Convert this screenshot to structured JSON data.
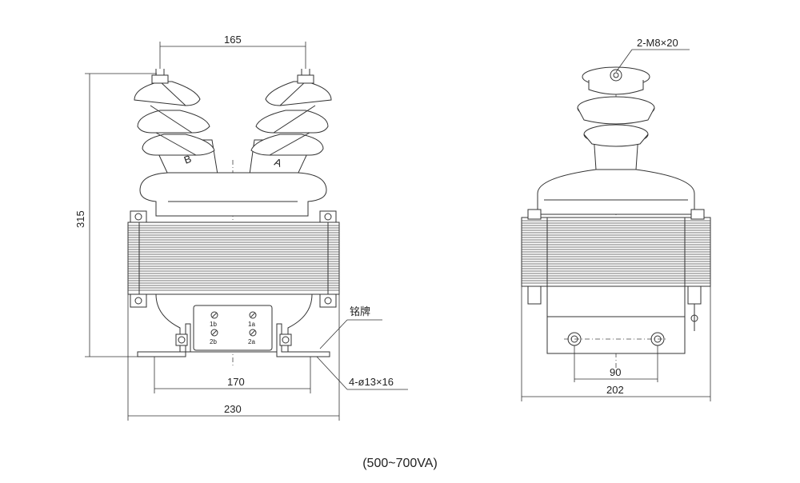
{
  "caption": "(500~700VA)",
  "front_view": {
    "dims": {
      "top_width": "165",
      "height": "315",
      "hole_spacing": "170",
      "base_width": "230"
    },
    "bushing_labels": {
      "left": "B",
      "right": "A"
    },
    "nameplate_label": "铭牌",
    "holes_label": "4-ø13×16",
    "terminals": [
      "1b",
      "1a",
      "2b",
      "2a"
    ]
  },
  "side_view": {
    "dims": {
      "top_thread": "2-M8×20",
      "bolt_spacing": "90",
      "depth": "202"
    }
  }
}
